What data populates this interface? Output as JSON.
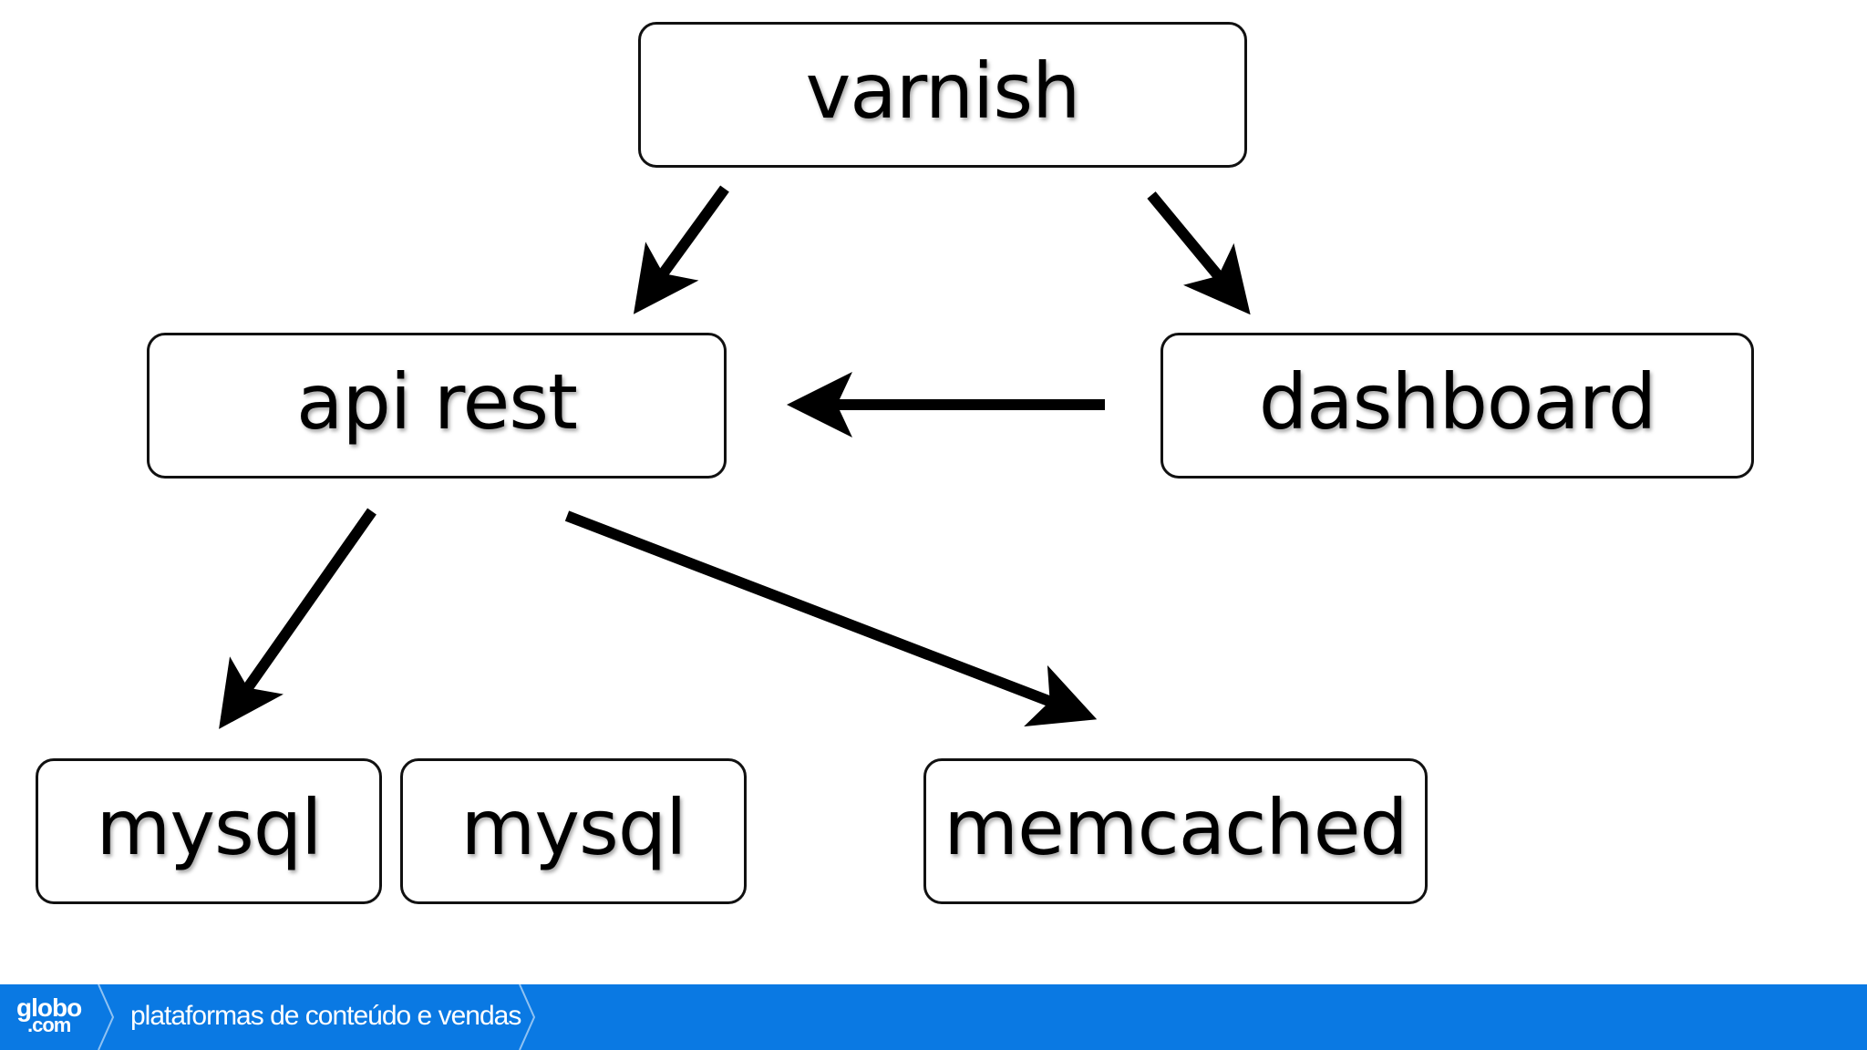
{
  "diagram": {
    "nodes": [
      {
        "id": "varnish",
        "label": "varnish"
      },
      {
        "id": "api-rest",
        "label": "api rest"
      },
      {
        "id": "dashboard",
        "label": "dashboard"
      },
      {
        "id": "mysql-1",
        "label": "mysql"
      },
      {
        "id": "mysql-2",
        "label": "mysql"
      },
      {
        "id": "memcached",
        "label": "memcached"
      }
    ],
    "edges": [
      {
        "from": "varnish",
        "to": "api-rest"
      },
      {
        "from": "varnish",
        "to": "dashboard"
      },
      {
        "from": "dashboard",
        "to": "api-rest"
      },
      {
        "from": "api-rest",
        "to": "mysql-1"
      },
      {
        "from": "api-rest",
        "to": "memcached"
      }
    ]
  },
  "footer": {
    "brand_top": "globo",
    "brand_bottom": ".com",
    "text": "plataformas de conteúdo e vendas",
    "background_color": "#0a79e3",
    "text_color": "#ffffff"
  },
  "colors": {
    "background": "#ffffff",
    "stroke": "#000000"
  }
}
